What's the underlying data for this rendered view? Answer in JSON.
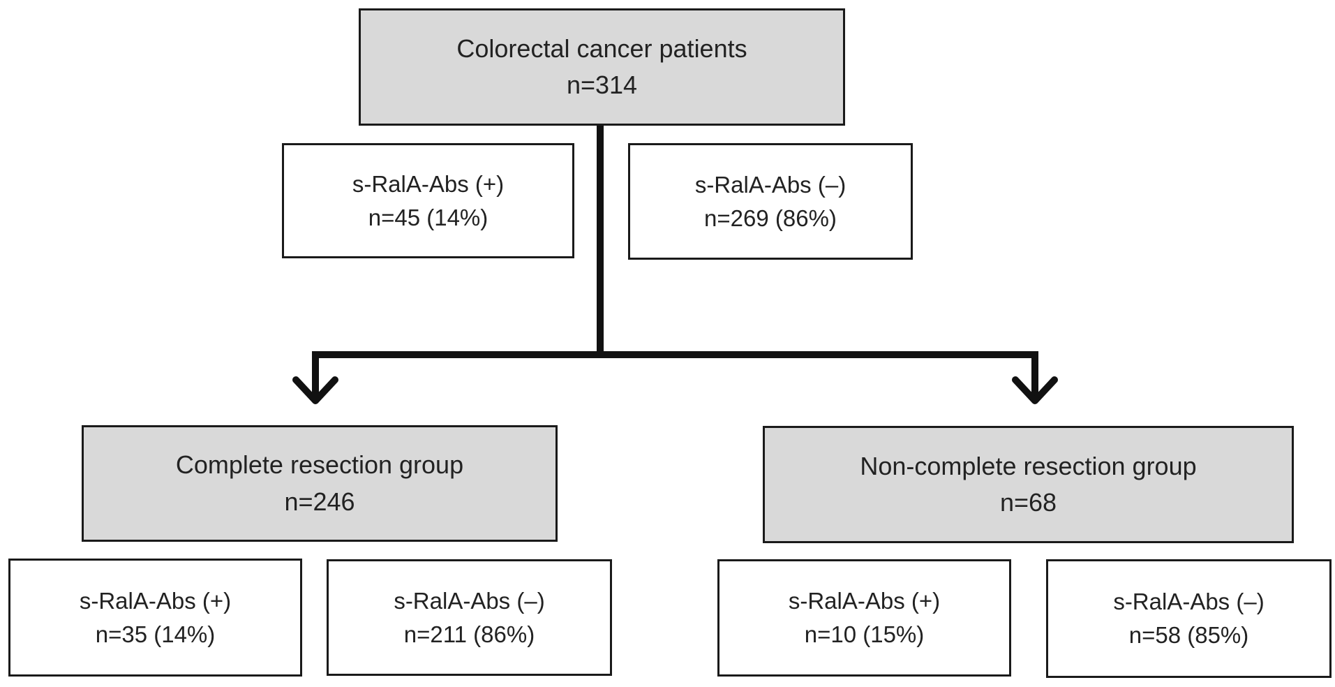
{
  "root": {
    "title": "Colorectal cancer patients",
    "count": "n=314"
  },
  "overall_pos": {
    "label": "s-RalA-Abs (+)",
    "count": "n=45 (14%)"
  },
  "overall_neg": {
    "label": "s-RalA-Abs (–)",
    "count": "n=269 (86%)"
  },
  "complete": {
    "title": "Complete resection group",
    "count": "n=246",
    "pos": {
      "label": "s-RalA-Abs (+)",
      "count": "n=35 (14%)"
    },
    "neg": {
      "label": "s-RalA-Abs (–)",
      "count": "n=211 (86%)"
    }
  },
  "noncomplete": {
    "title": "Non-complete resection group",
    "count": "n=68",
    "pos": {
      "label": "s-RalA-Abs (+)",
      "count": "n=10 (15%)"
    },
    "neg": {
      "label": "s-RalA-Abs (–)",
      "count": "n=58 (85%)"
    }
  },
  "colors": {
    "header_fill": "#d9d9d9",
    "box_fill": "#ffffff",
    "stroke": "#1a1a1a"
  }
}
